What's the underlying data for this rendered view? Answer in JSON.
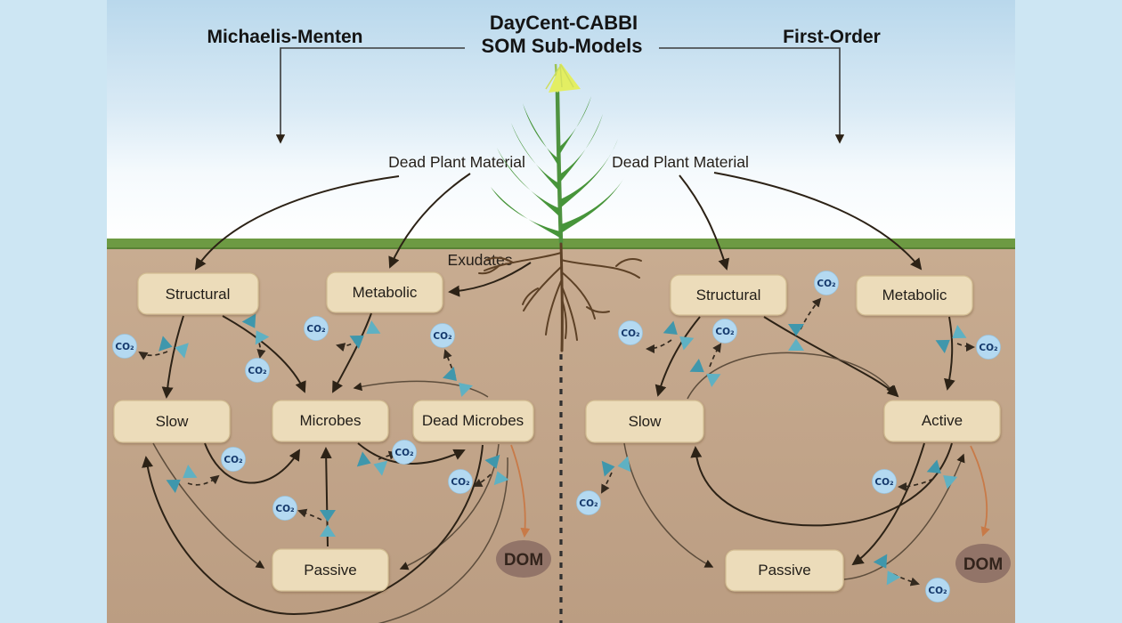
{
  "header": {
    "title_line1": "DayCent-CABBI",
    "title_line2": "SOM Sub-Models",
    "left_model_label": "Michaelis-Menten",
    "right_model_label": "First-Order"
  },
  "labels": {
    "dead_plant_material": "Dead Plant Material",
    "exudates": "Exudates",
    "co2": "CO₂",
    "dom": "DOM"
  },
  "michaelis_menten_pools": {
    "structural": "Structural",
    "metabolic": "Metabolic",
    "slow": "Slow",
    "microbes": "Microbes",
    "dead_microbes": "Dead Microbes",
    "passive": "Passive",
    "dom": "DOM"
  },
  "first_order_pools": {
    "structural": "Structural",
    "metabolic": "Metabolic",
    "slow": "Slow",
    "active": "Active",
    "passive": "Passive",
    "dom": "DOM"
  },
  "colors": {
    "margin_blue": "#cde6f3",
    "sky_top": "#b9d8ec",
    "sky_bottom": "#ffffff",
    "grass_green": "#6d9a43",
    "grass_edge": "#5a8136",
    "soil_top": "#c8ac91",
    "soil_bottom": "#bb9d82",
    "box_fill": "#ecdcba",
    "box_border": "#d2bd92",
    "box_text": "#211d18",
    "bubble_fill": "#b4d9f1",
    "bubble_text": "#14386b",
    "bowtie_teal_dark": "#3f97ac",
    "bowtie_teal_light": "#5fb1c3",
    "arrow_dark": "#2c2216",
    "arrow_thin": "#5d4d3c",
    "arrow_orange": "#c87a48",
    "dom_fill": "#927468",
    "dom_text": "#33241c",
    "root_brown": "#5d4126",
    "stem_green": "#4f9340",
    "leaf_green": "#47953a",
    "flower_yellow": "#e3ee62"
  }
}
